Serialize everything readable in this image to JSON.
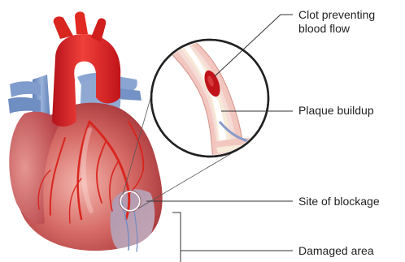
{
  "labels": {
    "clot_line1": "Clot preventing",
    "clot_line2": "blood flow",
    "plaque": "Plaque buildup",
    "site": "Site of blockage",
    "damaged": "Damaged area"
  },
  "colors": {
    "artery_red": "#e02020",
    "artery_dark": "#b5121b",
    "vein_blue": "#7f9ccc",
    "heart_muscle": "#c84a4a",
    "heart_light": "#f2b8b0",
    "plaque_yellow": "#f7ead8",
    "clot": "#c0141a",
    "leader": "#333333"
  },
  "icons": [
    "heart-illustration",
    "magnifier-circle",
    "artery-cross-section"
  ]
}
